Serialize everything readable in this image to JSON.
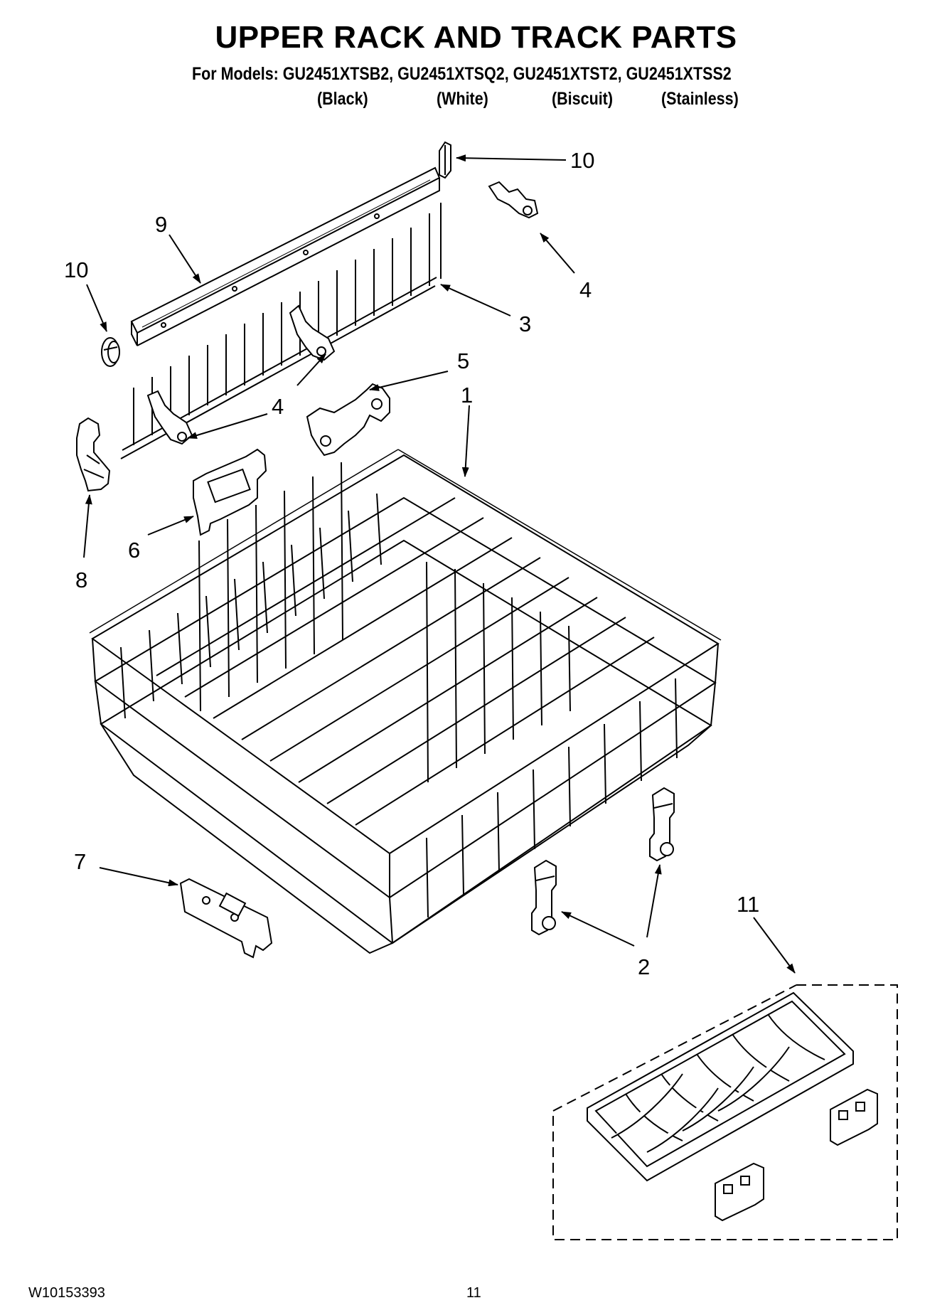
{
  "header": {
    "title": "UPPER RACK AND TRACK PARTS",
    "models_line": "For Models: GU2451XTSB2, GU2451XTSQ2, GU2451XTST2, GU2451XTSS2",
    "colors": [
      "(Black)",
      "(White)",
      "(Biscuit)",
      "(Stainless)"
    ]
  },
  "callouts": {
    "c10_top": "10",
    "c4_right": "4",
    "c9": "9",
    "c10_left": "10",
    "c3": "3",
    "c5": "5",
    "c4_mid": "4",
    "c1": "1",
    "c6": "6",
    "c8": "8",
    "c7": "7",
    "c11": "11",
    "c2": "2"
  },
  "footer": {
    "doc_number": "W10153393",
    "page_number": "11"
  }
}
